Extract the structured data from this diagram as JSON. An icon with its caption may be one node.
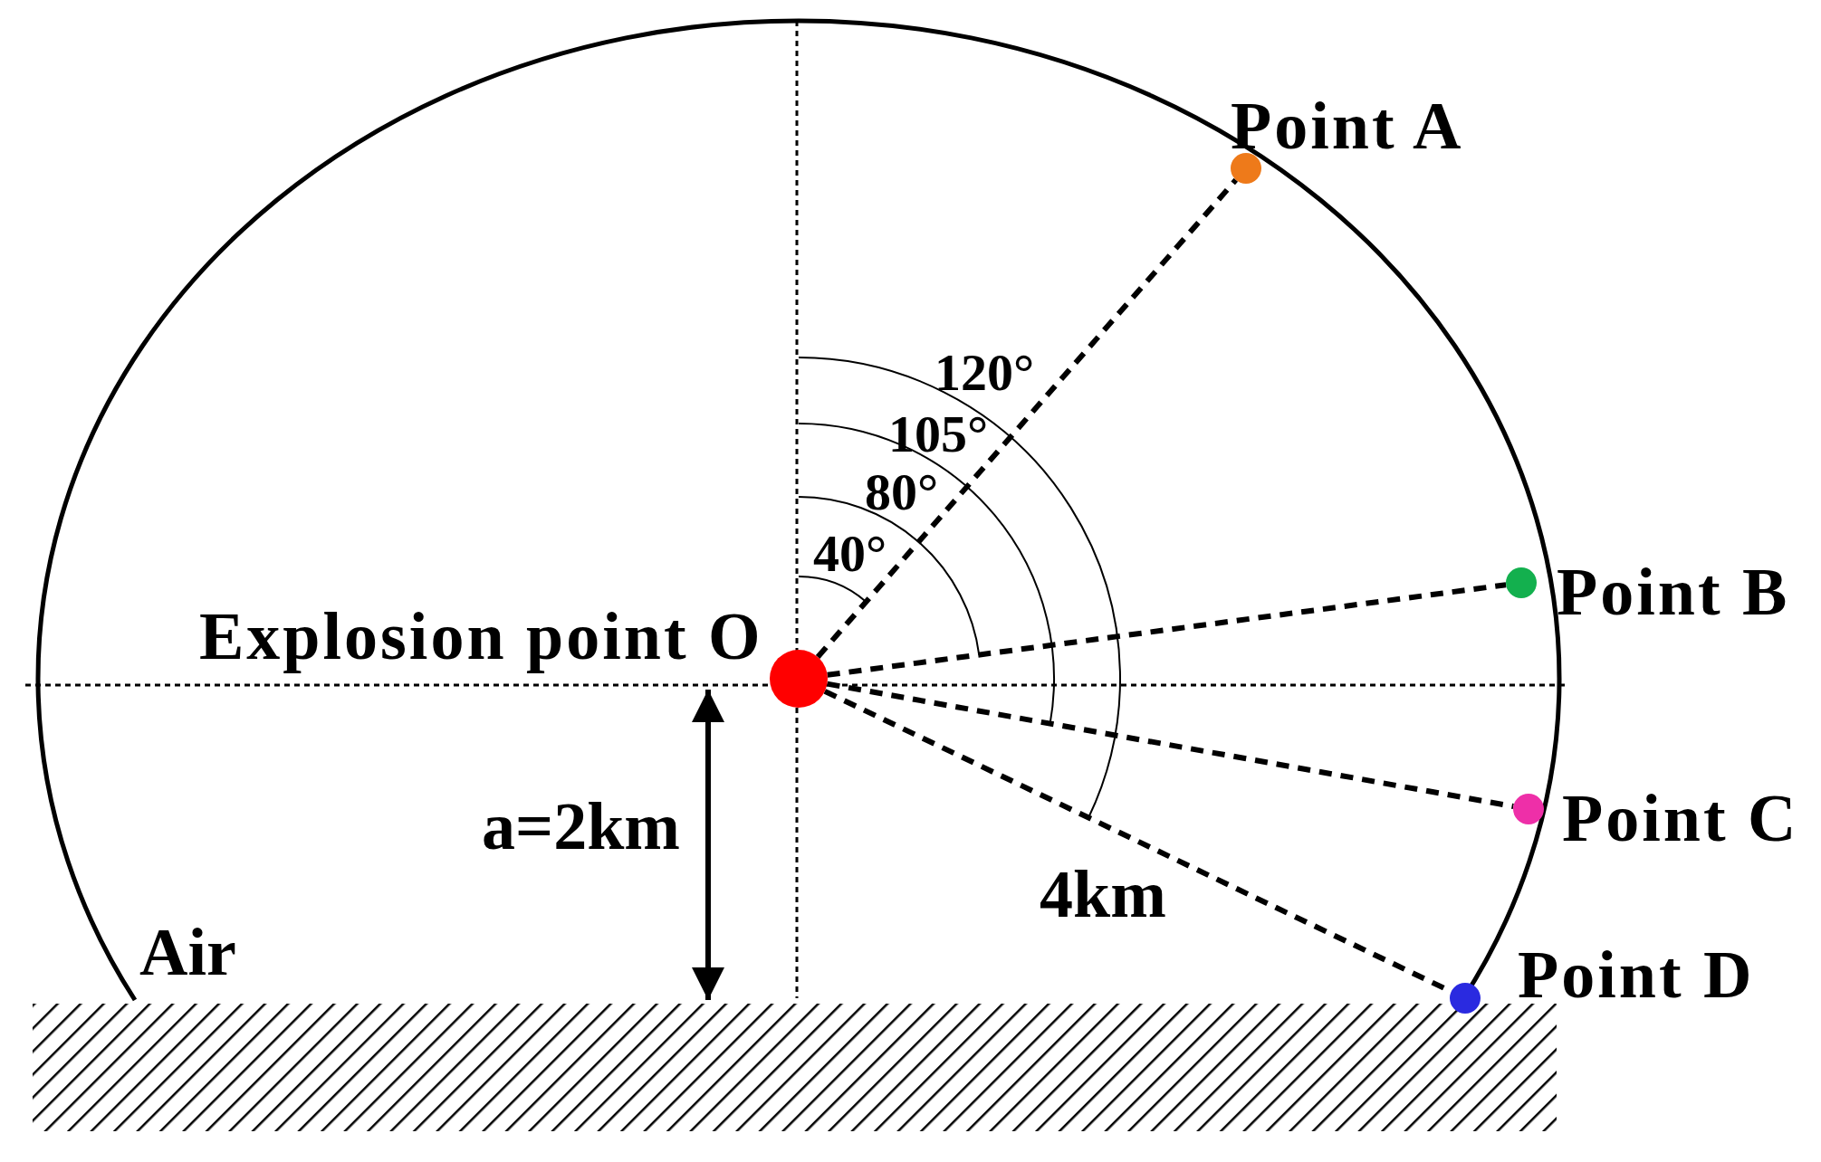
{
  "diagram": {
    "nodes": [
      {
        "text": [
          "Explosion point O"
        ]
      },
      {
        "text": [
          "Point A"
        ]
      },
      {
        "text": [
          "Point B"
        ]
      },
      {
        "text": [
          "Point C"
        ]
      },
      {
        "text": [
          "Point D"
        ]
      }
    ],
    "edges": [
      {
        "from": 0,
        "to": 1,
        "arrow": "none",
        "style": "dashed"
      },
      {
        "from": 0,
        "to": 2,
        "arrow": "none",
        "style": "dashed"
      },
      {
        "from": 0,
        "to": 3,
        "arrow": "none",
        "style": "dashed"
      },
      {
        "from": 0,
        "to": 4,
        "arrow": "none",
        "style": "dashed"
      }
    ],
    "labels": [
      "120°",
      "105°",
      "80°",
      "40°",
      "a=2km",
      "4km",
      "Air"
    ]
  }
}
